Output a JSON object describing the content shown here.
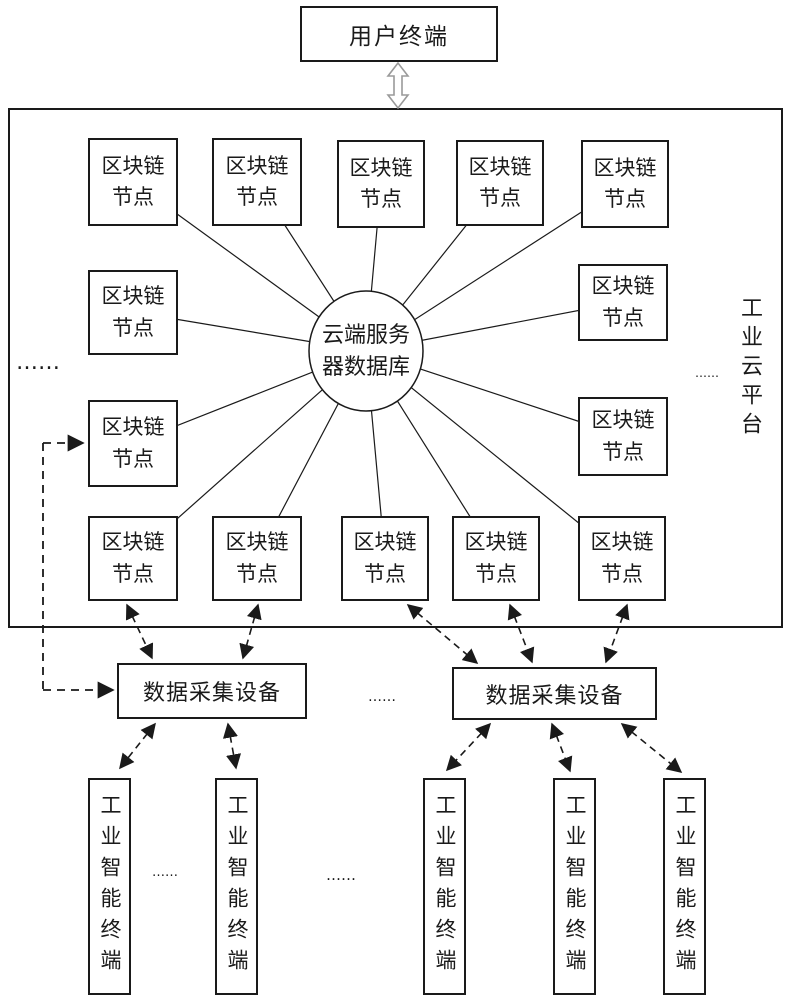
{
  "diagram": {
    "user_terminal_label": "用户终端",
    "platform_label": "工业云平台",
    "server_db_label": "云端服务\n器数据库",
    "blockchain_node_label": "区块链\n节点",
    "blockchain_node_count": 14,
    "collector_label": "数据采集设备",
    "collector_count": 2,
    "terminal_label": "工业智能终端",
    "terminal_count": 5,
    "ellipsis_left": "……",
    "ellipsis_right": "……",
    "ellipsis_between_collectors": "……",
    "ellipsis_between_terminals_left": "……",
    "ellipsis_between_terminals_mid": "……"
  },
  "colors": {
    "ink": "#1a1a1a",
    "background": "#ffffff",
    "arrow_outline": "#9a9a9a"
  }
}
